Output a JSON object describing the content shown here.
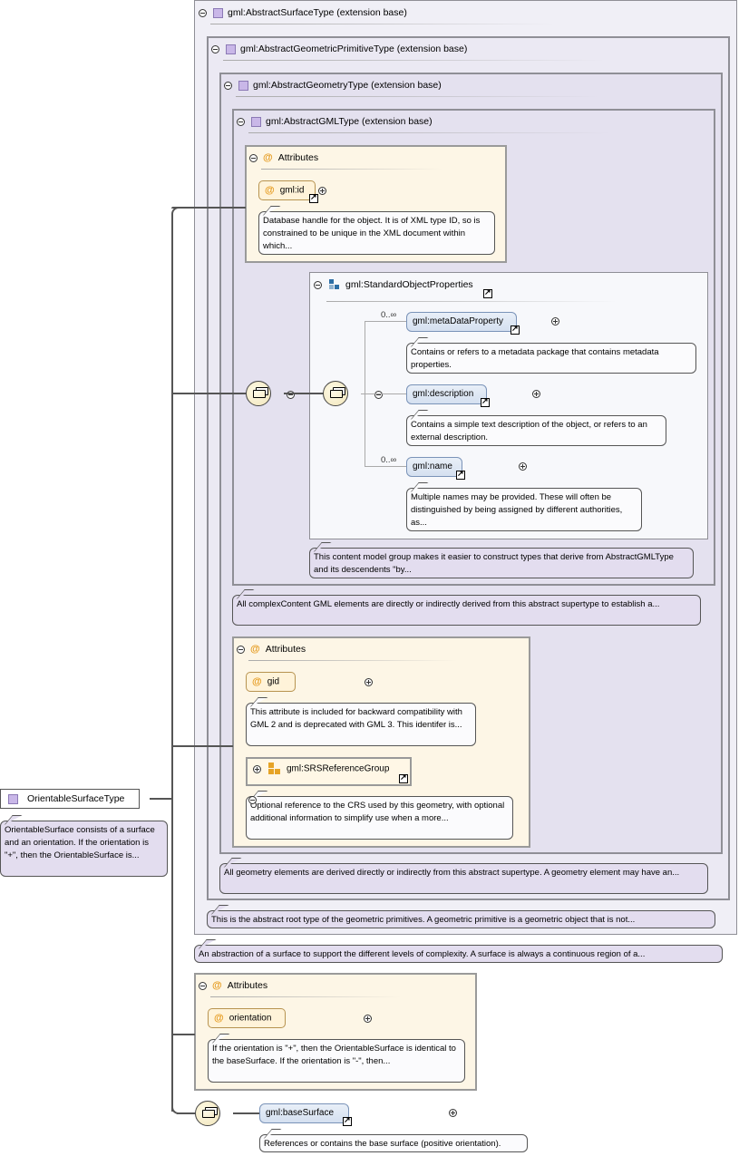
{
  "root": {
    "label": "OrientableSurfaceType",
    "note": "OrientableSurface consists of a surface and an orientation. If the orientation is \"+\", then the OrientableSurface is..."
  },
  "extensions": {
    "surface": {
      "label": "gml:AbstractSurfaceType (extension base)",
      "note": "An abstraction of a surface to support the different levels of complexity. A surface is always a continuous region of a..."
    },
    "geometric_primitive": {
      "label": "gml:AbstractGeometricPrimitiveType (extension base)",
      "note": "This is the abstract root type of the geometric primitives. A geometric primitive is a geometric object that is not..."
    },
    "geometry": {
      "label": "gml:AbstractGeometryType (extension base)",
      "note": "All geometry elements are derived directly or indirectly from this abstract supertype. A geometry element may have an..."
    },
    "gml": {
      "label": "gml:AbstractGMLType (extension base)",
      "note": "All complexContent GML elements are directly or indirectly derived from this abstract supertype to establish a..."
    }
  },
  "gml_attributes": {
    "title": "Attributes",
    "id_label": "gml:id",
    "id_note": "Database handle for the object. It is of XML type ID, so is constrained to be unique in the XML document within which..."
  },
  "standard_object_properties": {
    "label": "gml:StandardObjectProperties",
    "note": "This content model group makes it easier to construct types that derive from AbstractGMLType and its descendents \"by...",
    "elements": [
      {
        "label": "gml:metaDataProperty",
        "cardinality": "0..∞",
        "note": "Contains or refers to a metadata package that contains metadata properties."
      },
      {
        "label": "gml:description",
        "cardinality": "",
        "note": "Contains a simple text description of the object, or refers to an external description."
      },
      {
        "label": "gml:name",
        "cardinality": "0..∞",
        "note": "Multiple names may be provided. These will often be distinguished by being assigned by different authorities, as..."
      }
    ]
  },
  "geometry_attributes": {
    "title": "Attributes",
    "gid_label": "gid",
    "gid_note": "This attribute is included for backward compatibility with GML 2 and is deprecated with GML 3. This identifer is...",
    "srs_label": "gml:SRSReferenceGroup",
    "srs_note": "Optional reference to the CRS used by this geometry, with optional additional information to simplify use when a more..."
  },
  "orientable_attributes": {
    "title": "Attributes",
    "orientation_label": "orientation",
    "orientation_note": "If the orientation is \"+\", then the OrientableSurface is identical to the baseSurface. If the orientation is \"-\", then..."
  },
  "base_surface": {
    "label": "gml:baseSurface",
    "note": "References or contains the base surface (positive orientation)."
  },
  "colors": {
    "extension_panel": "#ebe9f3",
    "attributes_panel": "#fdf6e6",
    "element_box": "#d5e0f0",
    "note_lavender": "#e3ddef",
    "attribute_icon": "#e59a1d"
  }
}
